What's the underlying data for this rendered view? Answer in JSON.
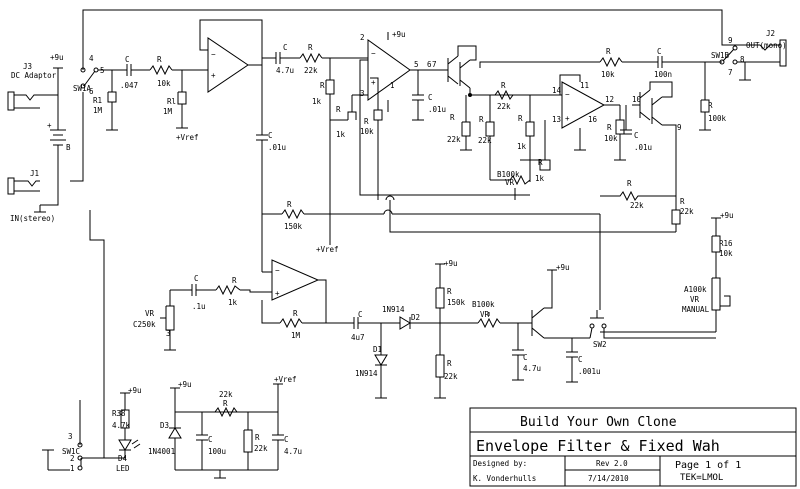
{
  "jacks": {
    "j3_ref": "J3",
    "j3_name": "DC Adaptor",
    "j1_ref": "J1",
    "j1_name": "IN(stereo)",
    "j2_ref": "J2",
    "j2_name": "OUT(mono)",
    "supply": "+9u"
  },
  "switches": {
    "sw1a": "SW1A",
    "sw1b": "SW1B",
    "sw1c": "SW1C",
    "sw2": "SW2",
    "p4": "4",
    "p5": "5",
    "p6": "6",
    "p9": "9",
    "p8": "8",
    "p7": "7",
    "p3": "3",
    "p2": "2",
    "p1": "1"
  },
  "parts": {
    "b_plus": "+",
    "b_label": "B",
    "r1": "R1",
    "r1v": "1M",
    "c_in": "C",
    "c_in_v": ".047",
    "r_10k": "R",
    "r_10k_v": "10k",
    "rl": "Rl",
    "rl_v": "1M",
    "vref": "+Vref",
    "c_mid": "C",
    "c_mid_v": ".01u",
    "c_47": "C",
    "c_47_v": "4.7u",
    "r_22k": "R",
    "r_22k_v": "22k",
    "r_1k": "R",
    "r_1k_v": "1k",
    "r_1k2": "R",
    "r_1k2_v": "1k",
    "r_10k_b": "R",
    "r_10k_b_v": "10k",
    "pin5": "5",
    "pin6": "6",
    "pin7": "7",
    "pin3": "3",
    "pin2": "2",
    "c_01": "C",
    "c_01_v": ".01u",
    "r_out": "R",
    "r_out_v": "10k",
    "c_100n": "C",
    "c_100n_v": "100n",
    "r_100k": "R",
    "r_100k_v": "100k",
    "r_22kb": "R",
    "r_22kb_v": "22k",
    "r_22kc": "R",
    "r_22kc_v": "22k",
    "r_1kb": "R",
    "r_1kb_v": "1k",
    "r_1kc": "R",
    "r_1kc_v": "1k",
    "vr_b100k": "B100k",
    "vr": "VR",
    "r_10kc": "R",
    "r_10kc_v": "10k",
    "c_01b": "C",
    "c_01b_v": ".01u",
    "r_22kd": "R",
    "r_22kd_v": "22k",
    "r_22ke": "R",
    "r_22ke_v": "22k",
    "pin14": "14",
    "pin13": "13",
    "pin12": "12",
    "pin10": "10",
    "pin16": "16",
    "pin9": "9",
    "pin11": "11",
    "r_150k": "R",
    "r_150k_v": "150k",
    "r16": "R16",
    "r16_v": "10k",
    "a100k": "A100k",
    "a100k_vr": "VR",
    "manual": "MANUAL",
    "c_1u": "C",
    "c_1u_v": ".1u",
    "r_1kd": "R",
    "r_1kd_v": "1k",
    "vr_c250k": "VR",
    "c250k": "C250k",
    "r_1m": "R",
    "r_1m_v": "1M",
    "c_4u7": "C",
    "c_4u7_v": "4u7",
    "d_1n914": "1N914",
    "d2": "D2",
    "d1": "D1",
    "d1_v": "1N914",
    "r_150kb": "R",
    "r_150kb_v": "150k",
    "b100k_b": "B100k",
    "vr_b": "VR",
    "r_22kf": "R",
    "r_22kf_v": "22k",
    "c_47b": "C",
    "c_47b_v": "4.7u",
    "c_001": "C",
    "c_001_v": ".001u",
    "r38": "R38",
    "r38_v": "4.7k",
    "d4": "D4",
    "led": "LED",
    "d3": "D3",
    "d3_v": "1N4001",
    "c_100u": "C",
    "c_100u_v": "100u",
    "r_22kg": "R",
    "r_22kg_v": "22k",
    "r_22kh": "R",
    "r_22kh_v": "22k",
    "c_47c": "C",
    "c_47c_v": "4.7u",
    "r_22ki": "22k"
  },
  "title_block": {
    "title1": "Build Your Own Clone",
    "title2": "Envelope Filter & Fixed Wah",
    "designed_by_label": "Designed by:",
    "designer": "K. Vonderhulls",
    "rev": "Rev 2.0",
    "date": "7/14/2010",
    "page": "Page 1 of 1",
    "tek": "TEK=LMOL"
  }
}
